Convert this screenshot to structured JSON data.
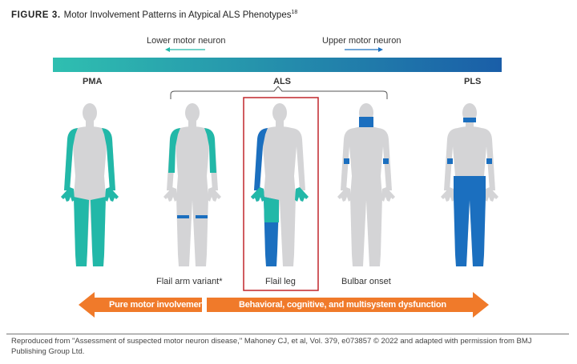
{
  "title": {
    "figure_label": "FIGURE 3.",
    "text": "Motor Involvement Patterns in Atypical ALS Phenotypes",
    "ref": "18"
  },
  "gradient": {
    "lower_label": "Lower motor neuron",
    "upper_label": "Upper motor neuron",
    "color_left": "#2fbfb0",
    "color_right": "#1a5ea8"
  },
  "headers": {
    "pma": "PMA",
    "als": "ALS",
    "pls": "PLS"
  },
  "figures": [
    {
      "id": "pma",
      "caption": ""
    },
    {
      "id": "flail-arm",
      "caption": "Flail arm variant*"
    },
    {
      "id": "flail-leg",
      "caption": "Flail leg",
      "highlighted": true
    },
    {
      "id": "bulbar",
      "caption": "Bulbar onset"
    },
    {
      "id": "pls",
      "caption": ""
    }
  ],
  "arrows": {
    "left_label": "Pure motor involvement",
    "right_label": "Behavioral, cognitive, and multisystem dysfunction",
    "color": "#f07a2a"
  },
  "colors": {
    "body": "#d4d4d6",
    "teal": "#22b8a8",
    "blue": "#1b6fbf",
    "highlight_box": "#c0262c"
  },
  "footer": "Reproduced from \"Assessment of suspected motor neuron disease,\" Mahoney CJ, et al, Vol. 379, e073857 © 2022 and adapted with permission from BMJ Publishing Group Ltd."
}
